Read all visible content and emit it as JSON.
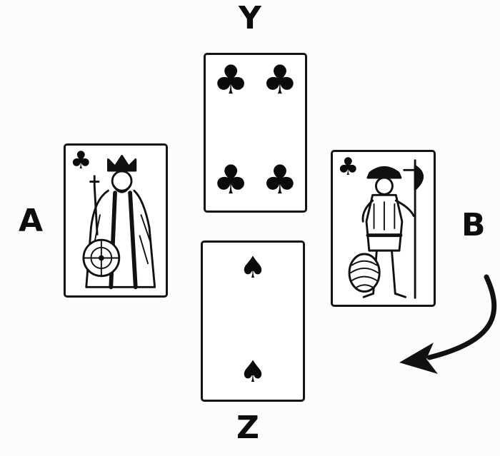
{
  "diagram": {
    "positions": {
      "top": "Y",
      "left": "A",
      "right": "B",
      "bottom": "Z"
    },
    "cards": {
      "top": {
        "name": "four of clubs",
        "suit": "♣",
        "suit_icon": "club-icon"
      },
      "left": {
        "name": "king of clubs",
        "suit": "♣",
        "suit_icon": "club-icon"
      },
      "right": {
        "name": "jack of clubs",
        "suit": "♣",
        "suit_icon": "club-icon"
      },
      "bottom": {
        "name": "two of spades",
        "suit": "♠",
        "suit_icon": "spade-icon"
      }
    },
    "arrow": "curved-arrow",
    "colors": {
      "ink": "#111111",
      "paper": "#fcfcfa"
    }
  }
}
